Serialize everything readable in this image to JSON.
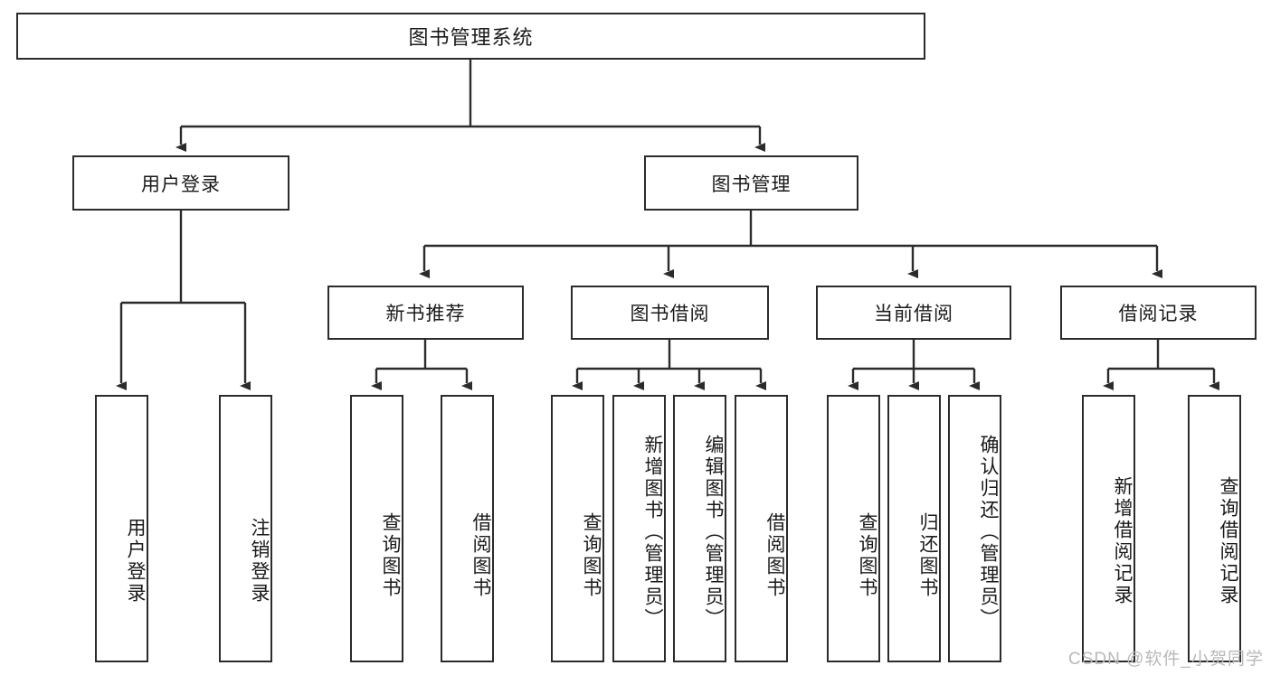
{
  "diagram": {
    "type": "tree-hierarchy-chart",
    "title": "图书管理系统",
    "stroke_color": "#2b2b2b",
    "background_color": "#ffffff",
    "text_color": "#1a1a1a",
    "root": {
      "label": "图书管理系统"
    },
    "level1": [
      {
        "id": "user-login",
        "label": "用户登录"
      },
      {
        "id": "book-management",
        "label": "图书管理"
      }
    ],
    "level2": [
      {
        "id": "new-book-recommend",
        "label": "新书推荐"
      },
      {
        "id": "book-borrow",
        "label": "图书借阅"
      },
      {
        "id": "current-borrow",
        "label": "当前借阅"
      },
      {
        "id": "borrow-record",
        "label": "借阅记录"
      }
    ],
    "leaves": {
      "user_login": [
        {
          "id": "leaf-user-login",
          "label": "用户登录"
        },
        {
          "id": "leaf-logout-login",
          "label": "注销登录"
        }
      ],
      "new_book_recommend": [
        {
          "id": "leaf-query-book-1",
          "label": "查询图书"
        },
        {
          "id": "leaf-borrow-book-1",
          "label": "借阅图书"
        }
      ],
      "book_borrow": [
        {
          "id": "leaf-query-book-2",
          "label": "查询图书"
        },
        {
          "id": "leaf-add-book",
          "label": "新增图书（管理员）"
        },
        {
          "id": "leaf-edit-book",
          "label": "编辑图书（管理员）"
        },
        {
          "id": "leaf-borrow-book-2",
          "label": "借阅图书"
        }
      ],
      "current_borrow": [
        {
          "id": "leaf-query-book-3",
          "label": "查询图书"
        },
        {
          "id": "leaf-return-book",
          "label": "归还图书"
        },
        {
          "id": "leaf-confirm-return",
          "label": "确认归还（管理员）"
        }
      ],
      "borrow_record": [
        {
          "id": "leaf-add-borrow-record",
          "label": "新增借阅记录"
        },
        {
          "id": "leaf-query-borrow-record",
          "label": "查询借阅记录"
        }
      ]
    }
  },
  "watermark": {
    "text": "CSDN @软件_小贺同学"
  }
}
